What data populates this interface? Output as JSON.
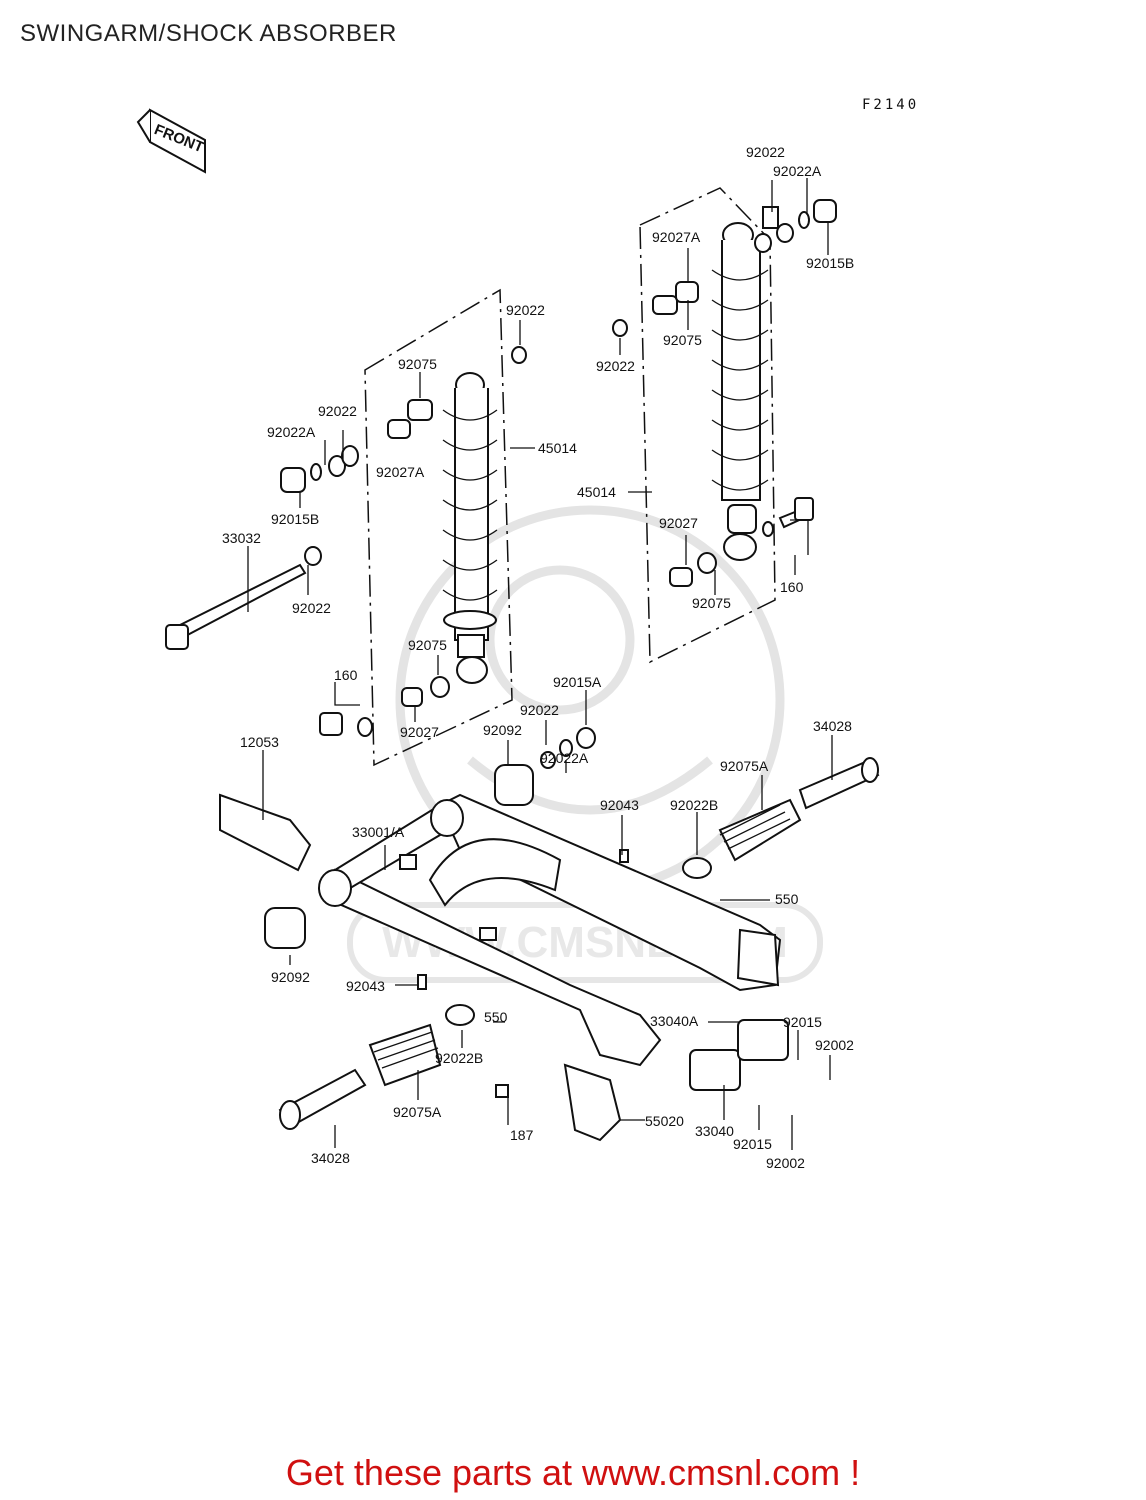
{
  "header": {
    "title": "SWINGARM/SHOCK ABSORBER"
  },
  "figure_code": "F2140",
  "front_badge": "FRONT",
  "watermark": "WWW.CMSNL.COM",
  "callouts": [
    "92022",
    "92022A",
    "92015B",
    "92027A",
    "92075",
    "92022",
    "45014",
    "92027",
    "92075",
    "160",
    "92022",
    "92075",
    "92022",
    "92022A",
    "92027A",
    "45014",
    "92015B",
    "33032",
    "92022",
    "92075",
    "92027",
    "160",
    "12053",
    "92015A",
    "92022",
    "92092",
    "92022A",
    "34028",
    "92075A",
    "92043",
    "92022B",
    "33001/A",
    "550",
    "92092",
    "92043",
    "550",
    "33040A",
    "92015",
    "92002",
    "92022B",
    "92075A",
    "187",
    "55020",
    "33040",
    "92015",
    "92002",
    "34028"
  ],
  "footer": {
    "cta": "Get these parts at www.cmsnl.com !"
  },
  "colors": {
    "cta": "#d01010",
    "line": "#111111",
    "watermark": "#e4e4e4"
  }
}
